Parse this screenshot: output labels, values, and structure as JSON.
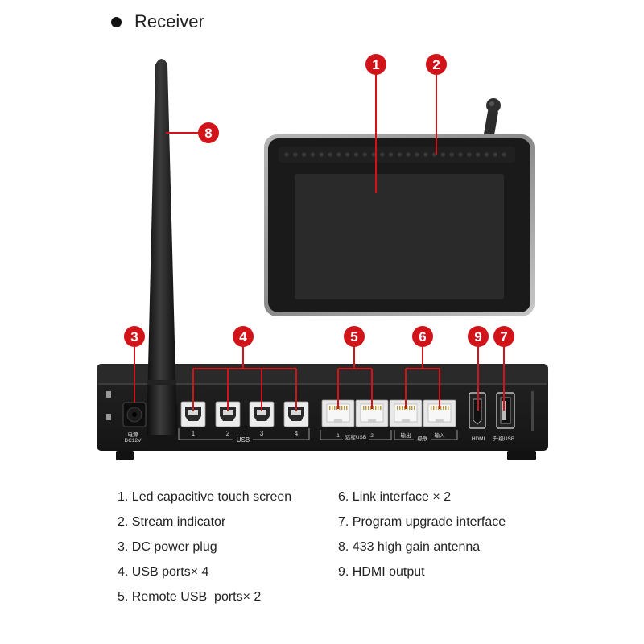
{
  "heading": {
    "title": "Receiver"
  },
  "callouts": [
    {
      "id": "1",
      "label": "1"
    },
    {
      "id": "2",
      "label": "2"
    },
    {
      "id": "3",
      "label": "3"
    },
    {
      "id": "4",
      "label": "4"
    },
    {
      "id": "5",
      "label": "5"
    },
    {
      "id": "6",
      "label": "6"
    },
    {
      "id": "7",
      "label": "7"
    },
    {
      "id": "8",
      "label": "8"
    },
    {
      "id": "9",
      "label": "9"
    }
  ],
  "device_labels": {
    "power_cn": "电源",
    "power_rating": "DC12V",
    "usb_1": "1",
    "usb_2": "2",
    "usb_3": "3",
    "usb_4": "4",
    "usb_group": "USB",
    "remote_1": "1",
    "remote_usb": "远程USB",
    "remote_2": "2",
    "link_out": "输出",
    "link_group": "级联",
    "link_in": "输入",
    "hdmi": "HDMI",
    "upgrade_usb": "升级USB"
  },
  "legend": {
    "left": [
      "1. Led capacitive touch screen",
      "2. Stream indicator",
      "3. DC power plug",
      "4. USB ports× 4",
      "5. Remote USB  ports× 2"
    ],
    "right": [
      "6. Link interface × 2",
      "7. Program upgrade interface",
      "8. 433 high gain antenna",
      "9. HDMI output"
    ]
  },
  "colors": {
    "callout_red": "#d0141a",
    "device_body": "#1c1c1c",
    "screen": "#2a2a2a"
  }
}
